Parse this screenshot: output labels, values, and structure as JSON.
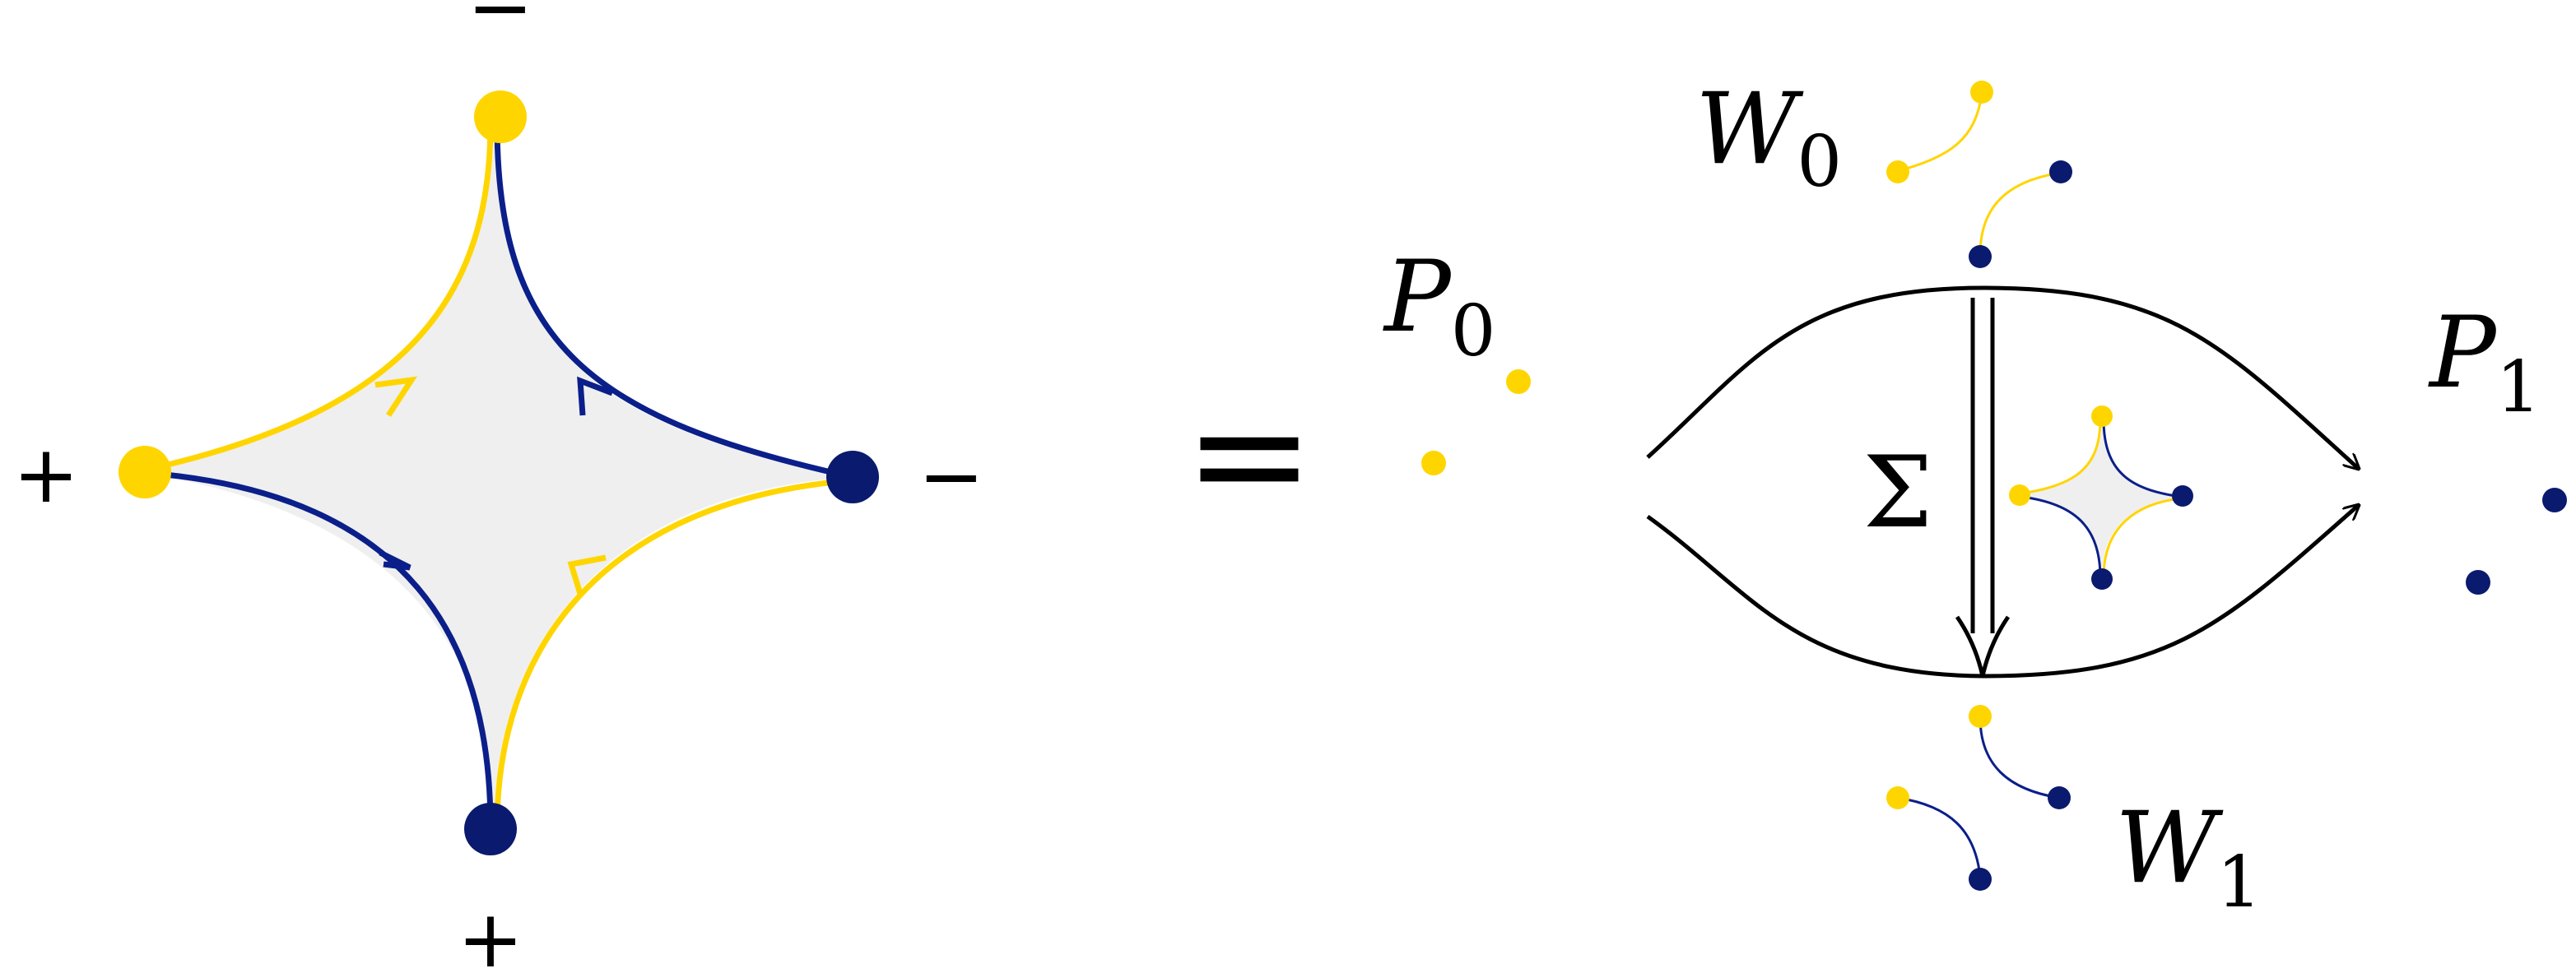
{
  "colors": {
    "yellow": "#FFD500",
    "navy": "#0B1F8A",
    "navy_dot": "#0A1A6E",
    "fill_gray": "#EFEFEF",
    "line": "#000000"
  },
  "left_diagram": {
    "sign_top": "−",
    "sign_left": "+",
    "sign_right": "−",
    "sign_bottom": "+"
  },
  "equals_sign": "=",
  "right_diagram": {
    "p0_base": "P",
    "p0_sub": "0",
    "p1_base": "P",
    "p1_sub": "1",
    "w0_base": "W",
    "w0_sub": "0",
    "w1_base": "W",
    "w1_sub": "1",
    "sigma": "Σ"
  }
}
